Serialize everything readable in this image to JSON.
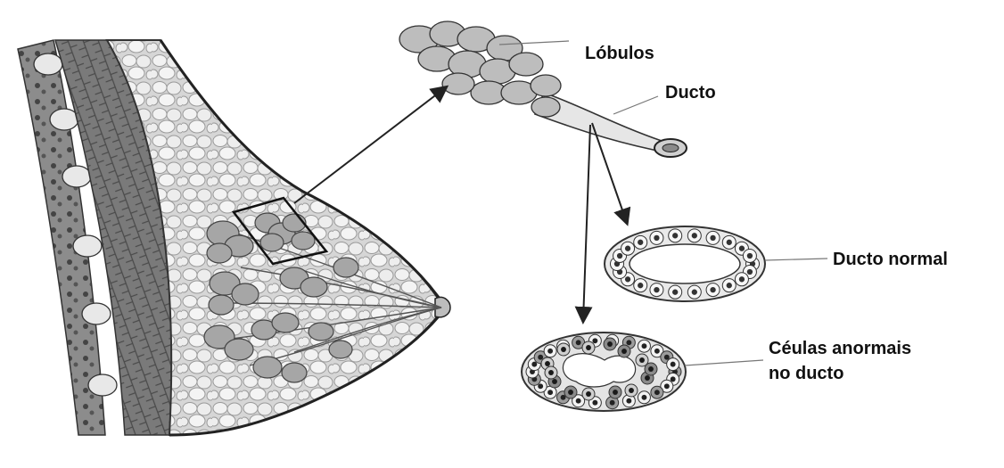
{
  "labels": {
    "lobules": "Lóbulos",
    "duct": "Ducto",
    "normal_duct": "Ducto normal",
    "abnormal_line1": "Céulas anormais",
    "abnormal_line2": "no ducto"
  },
  "colors": {
    "tissue_light": "#e4e4e4",
    "tissue_mid": "#b8b8b8",
    "tissue_dark": "#6a6a6a",
    "outline": "#333333",
    "arrow": "#222222",
    "cell_nucleus": "#2a2a2a"
  }
}
